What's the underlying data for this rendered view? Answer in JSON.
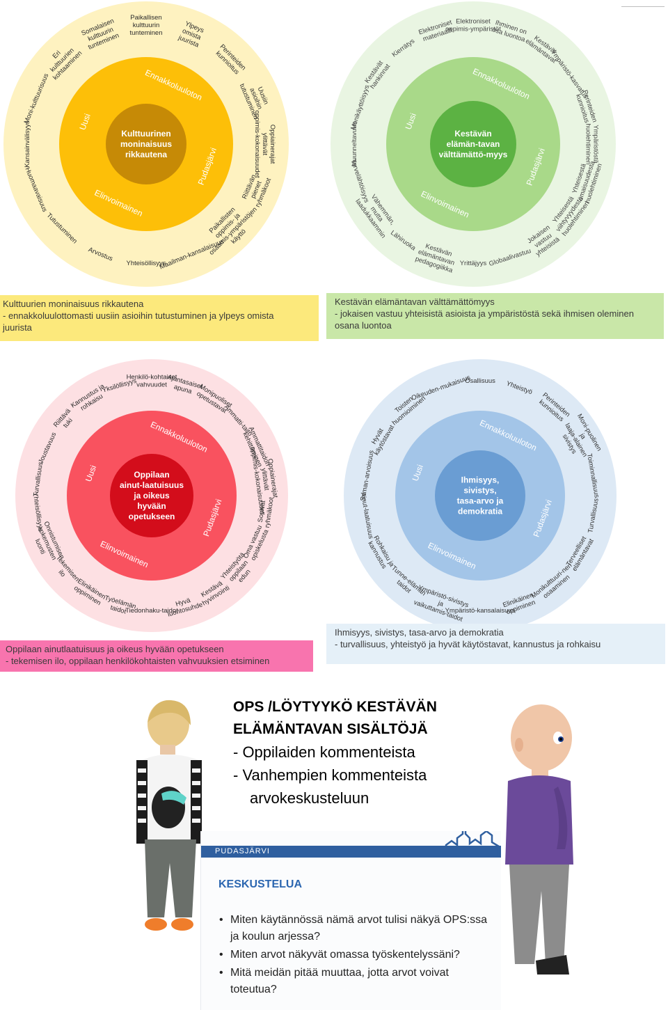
{
  "colors": {
    "yellow_outer": "#fef2c0",
    "yellow_mid": "#fdbf08",
    "yellow_core": "#c68a06",
    "green_outer": "#e9f5e2",
    "green_mid": "#a9d989",
    "green_core": "#5cb243",
    "red_outer": "#fde0e3",
    "red_mid": "#f9525f",
    "red_core": "#d30d1b",
    "blue_outer": "#dde9f5",
    "blue_mid": "#a3c5e8",
    "blue_core": "#6a9dd3",
    "slide_bar": "#2f5f9f",
    "slide_heading": "#2b66b0"
  },
  "wheels": [
    {
      "theme": "yellow",
      "center": "Kulttuurinen moninaisuus rikkautena",
      "ring": [
        "Ennakkoluuloton",
        "Pudasjärvi",
        "Elinvoimainen",
        "Uusi"
      ],
      "outer": [
        "Paikallisen kulttuurin tunteminen",
        "Ylpeys omista juurista",
        "Perinteiden kunnioitus",
        "Uusiin asioihin tutustuminen",
        "Oppiainerajat ylittävät oppimis-kokonaisuudet",
        "Riittävän pienet ryhmäkoot",
        "Paikallisten oppimis- ja osaamis-ympäristöjen käyttö",
        "Maailman-kansalaisuus",
        "Yhteisöllisyys",
        "Arvostus",
        "Tutustuminen",
        "Huomaavaisuus",
        "Kansainvälisyys",
        "Moni-kulttuurisuus",
        "Eri kulttuurien kohtaaminen",
        "Somalaisen kulttuurin tunteminen"
      ]
    },
    {
      "theme": "green",
      "center": "Kestävän elämän-tavan välttämättö-myys",
      "ring": [
        "Ennakkoluuloton",
        "Pudasjärvi",
        "Elinvoimainen",
        "Uusi"
      ],
      "outer": [
        "Elektroniset oppimis-ympäristöt",
        "Ihminen on osa luontoa",
        "Kestävät elämäntavat",
        "Ympäristö-kasvatus",
        "Perinteiden kunnioitus",
        "Ympäristöstä huolehtiminen",
        "Yhteisestä omaisuudesta huolehtiminen",
        "Yhteisestä viihtyvyydestä huolehtiminen",
        "Jokaisen vastuu yhteisistä",
        "Globaalivastuu",
        "Yrittäjyys",
        "Kestävän elämäntavan pedagogiikka",
        "Lähiruoka",
        "Vähemmän, mutta laadukkaammin",
        "Tarvelähtöisyys",
        "Muunneltavuus",
        "Monikäyttöisyys",
        "Kestävät hankinnat",
        "Kierrätys",
        "Elektroniset materiaalit"
      ]
    },
    {
      "theme": "red",
      "center": "Oppilaan ainut-laatuisuus ja oikeus hyvään opetukseen",
      "ring": [
        "Ennakkoluuloton",
        "Pudasjärvi",
        "Elinvoimainen",
        "Uusi"
      ],
      "outer": [
        "Henkilö-kohtaiset vahvuudet",
        "Ajantasaiset apuna",
        "Monipuoliset opetustavat",
        "Ammatti-taito",
        "Ammattitaidon kehittäminen",
        "Oppiainerajat ylittävät oppimis-kokonaisuudet",
        "Sopivat ryhmäkoot",
        "Oma vastuu opiskelusta",
        "Yhteistyötä oppilaan edun",
        "Kestävä hyvinvointi",
        "Hyvä luontosuhde",
        "Tiedonhaku-taidot",
        "Työelämän taidot",
        "Elinikäinen oppiminen",
        "Tekemisen ilo",
        "Onnistumisen kokemusten luonti",
        "Yhteisöllisyys",
        "Turvallisuus",
        "Joustavuus",
        "Riittävä tuki",
        "Kannustus ja rohkaisu",
        "Yksilöllisyys"
      ]
    },
    {
      "theme": "blue",
      "center": "Ihmisyys, sivistys, tasa-arvo ja demokratia",
      "ring": [
        "Ennakkoluuloton",
        "Pudasjärvi",
        "Elinvoimainen",
        "Uusi"
      ],
      "outer": [
        "Osallisuus",
        "Yhteistyö",
        "Perinteiden kunnioitus",
        "Moni-puolinen ja laaja-alainen sivistys",
        "Toiminnallisuus",
        "Turvallisuus",
        "Terveelliset elämäntavat",
        "Monikulttuuri-nen osaaminen",
        "Elinikäinen oppiminen",
        "Ympäristö-kansalaisuus",
        "Ympäristö-sivistys ja vaikuttamis-taidot",
        "Tunne-elämän taidot",
        "Rohkaisu ja kannustus",
        "Ainut-laatuisuus",
        "Saman-arvoisuus",
        "Hyvät käytöstavat",
        "Toisten huomioiminen",
        "Oikeuden-mukaisuus"
      ]
    }
  ],
  "captions": {
    "yellow": [
      "Kulttuurien moninaisuus rikkautena",
      "- ennakkoluulottomasti uusiin asioihin tutustuminen ja ylpeys omista",
      "juurista"
    ],
    "green": [
      "Kestävän elämäntavan välttämättömyys",
      "- jokaisen vastuu yhteisistä asioista ja ympäristöstä sekä ihmisen oleminen",
      "osana luontoa"
    ],
    "red": [
      "Oppilaan ainutlaatuisuus ja oikeus hyvään opetukseen",
      "- tekemisen ilo, oppilaan henkilökohtaisten vahvuuksien etsiminen"
    ],
    "blue": [
      "Ihmisyys, sivistys, tasa-arvo ja demokratia",
      "- turvallisuus, yhteistyö ja hyvät käytöstavat, kannustus ja rohkaisu"
    ]
  },
  "heading": {
    "line1": "OPS /LÖYTYYKÖ KESTÄVÄN",
    "line2": "ELÄMÄNTAVAN SISÄLTÖJÄ",
    "item1": "- Oppilaiden kommenteista",
    "item2": "- Vanhempien kommenteista",
    "item3": "arvokeskusteluun"
  },
  "slide": {
    "brand": "PUDASJÄRVI",
    "heading": "KESKUSTELUA",
    "bullets": [
      "Miten käytännössä nämä arvot tulisi näkyä OPS:ssa ja koulun arjessa?",
      "Miten arvot näkyvät omassa työskentelyssäni?",
      "Mitä meidän pitää muuttaa, jotta arvot voivat toteutua?"
    ]
  }
}
